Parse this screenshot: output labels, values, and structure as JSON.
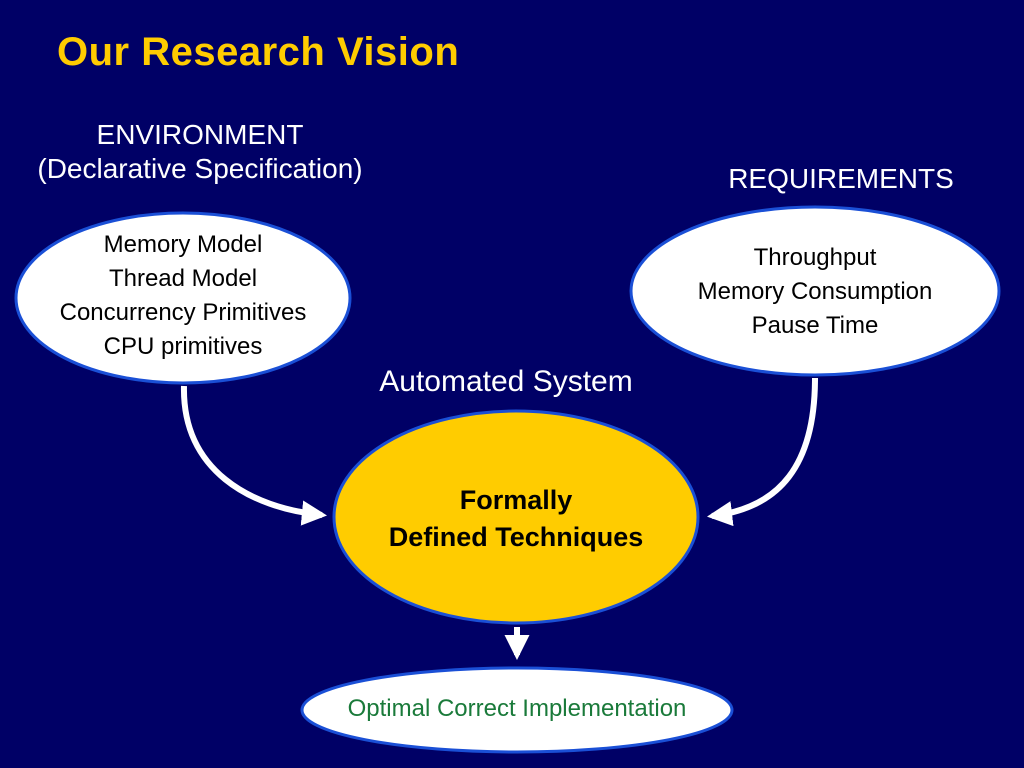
{
  "slide": {
    "title": "Our Research Vision"
  },
  "environment": {
    "heading_line1": "ENVIRONMENT",
    "heading_line2": "(Declarative Specification)",
    "items": [
      "Memory Model",
      "Thread Model",
      "Concurrency Primitives",
      "CPU primitives"
    ]
  },
  "requirements": {
    "heading": "REQUIREMENTS",
    "items": [
      "Throughput",
      "Memory Consumption",
      "Pause Time"
    ]
  },
  "system": {
    "heading": "Automated System",
    "line1": "Formally",
    "line2": "Defined Techniques"
  },
  "output": {
    "label": "Optimal Correct Implementation"
  },
  "colors": {
    "background": "#000066",
    "title": "#FFCC00",
    "central_fill": "#FFCC00",
    "ellipse_border": "#1A4FD6",
    "output_text": "#1A7A3A"
  }
}
